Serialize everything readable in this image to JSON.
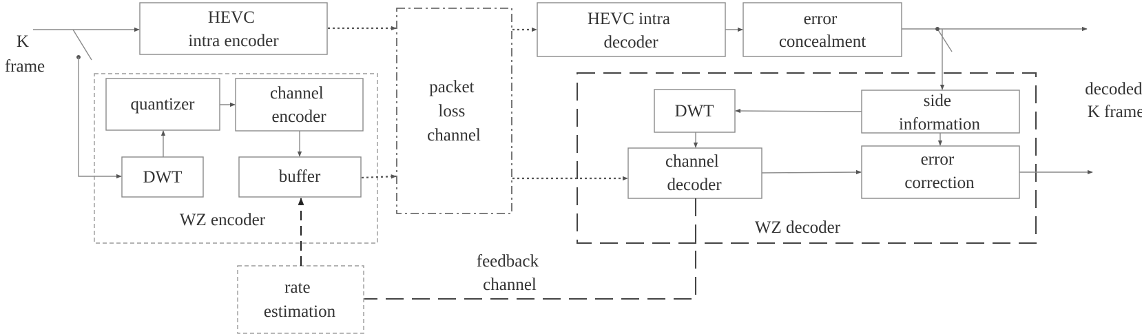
{
  "input": {
    "line1": "K",
    "line2": "frame"
  },
  "output": {
    "line1": "decoded",
    "line2": "K frame"
  },
  "hevc_encoder": {
    "line1": "HEVC",
    "line2": "intra encoder"
  },
  "hevc_decoder": {
    "line1": "HEVC intra",
    "line2": "decoder"
  },
  "error_concealment": {
    "line1": "error",
    "line2": "concealment"
  },
  "channel": {
    "line1": "packet",
    "line2": "loss",
    "line3": "channel"
  },
  "wz_encoder": {
    "label": "WZ encoder",
    "quantizer": "quantizer",
    "channel_encoder": {
      "line1": "channel",
      "line2": "encoder"
    },
    "dwt": "DWT",
    "buffer": "buffer"
  },
  "wz_decoder": {
    "label": "WZ decoder",
    "dwt": "DWT",
    "side_information": {
      "line1": "side",
      "line2": "information"
    },
    "channel_decoder": {
      "line1": "channel",
      "line2": "decoder"
    },
    "error_correction": {
      "line1": "error",
      "line2": "correction"
    }
  },
  "rate_estimation": {
    "line1": "rate",
    "line2": "estimation"
  },
  "feedback": {
    "line1": "feedback",
    "line2": "channel"
  }
}
